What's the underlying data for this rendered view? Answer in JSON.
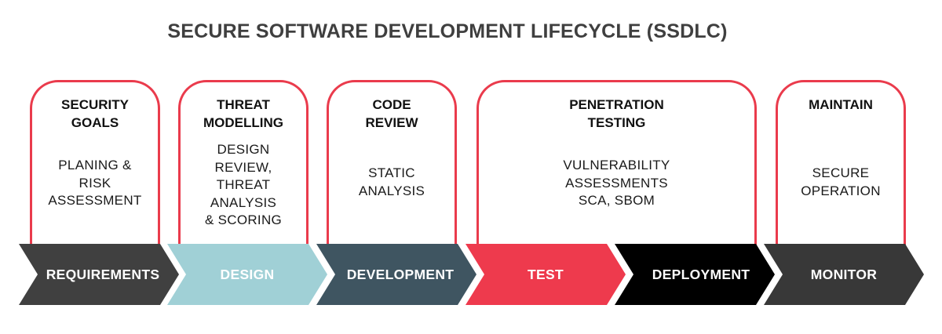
{
  "title": "SECURE SOFTWARE DEVELOPMENT LIFECYCLE (SSDLC)",
  "colors": {
    "outline": "#ea3b4c",
    "requirements": "#404040",
    "design": "#a0d0d6",
    "development": "#3f5561",
    "test": "#ee3a4d",
    "deployment": "#000000",
    "monitor": "#383838"
  },
  "activities": [
    {
      "heading": "SECURITY\nGOALS",
      "detail": "PLANING &\nRISK\nASSESSMENT"
    },
    {
      "heading": "THREAT\nMODELLING",
      "detail": "DESIGN\nREVIEW,\nTHREAT\nANALYSIS\n& SCORING"
    },
    {
      "heading": "CODE\nREVIEW",
      "detail": "STATIC\nANALYSIS"
    },
    {
      "heading": "PENETRATION\nTESTING",
      "detail": "VULNERABILITY\nASSESSMENTS\nSCA, SBOM"
    },
    {
      "heading": "MAINTAIN",
      "detail": "SECURE\nOPERATION"
    }
  ],
  "phases": [
    {
      "label": "REQUIREMENTS"
    },
    {
      "label": "DESIGN"
    },
    {
      "label": "DEVELOPMENT"
    },
    {
      "label": "TEST"
    },
    {
      "label": "DEPLOYMENT"
    },
    {
      "label": "MONITOR"
    }
  ]
}
